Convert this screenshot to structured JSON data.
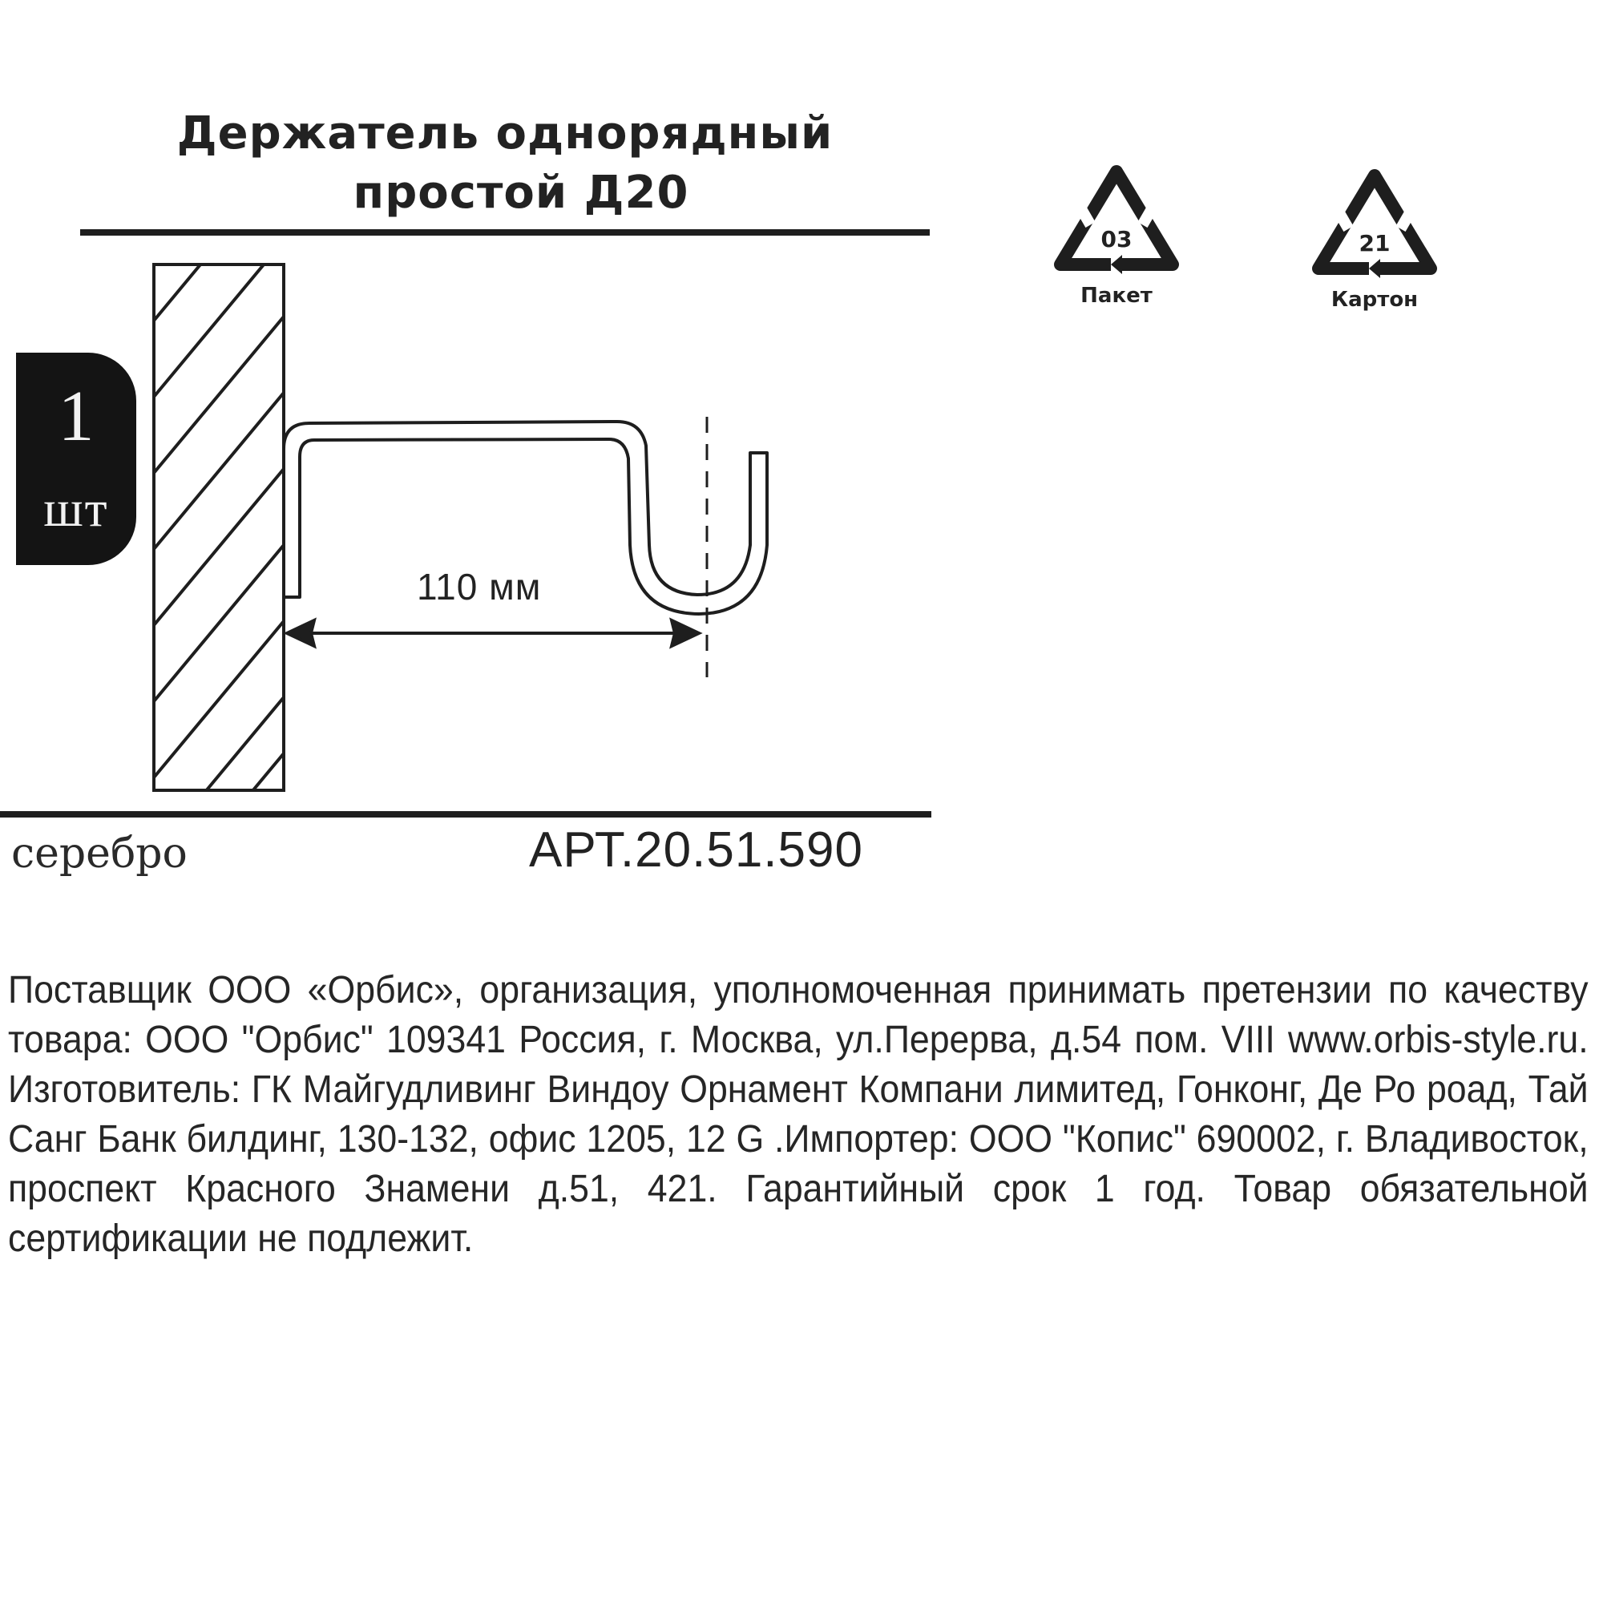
{
  "product": {
    "title_line1": "Держатель однорядный",
    "title_line2": "простой Д20",
    "quantity": "1",
    "quantity_unit": "шт",
    "dimension_label": "110 мм",
    "color": "серебро",
    "article": "АРТ.20.51.590"
  },
  "recycling": [
    {
      "code": "03",
      "caption": "Пакет"
    },
    {
      "code": "21",
      "caption": "Картон"
    }
  ],
  "legal": {
    "text": "Поставщик ООО «Орбис», организация, уполномоченная принимать претензии по качеству товара: ООО \"Орбис\" 109341 Россия, г. Москва, ул.Перерва, д.54 пом. VIII www.orbis-style.ru. Изготовитель: ГК Майгудливинг Виндоу Орнамент Компани лимитед, Гонконг, Де Ро роад, Тай Санг Банк билдинг, 130-132, офис 1205, 12 G .Импортер: ООО \"Копис\" 690002, г. Владивосток, проспект Красного Знамени д.51, 421. Гарантийный срок 1 год. Товар обязательной сертификации не подлежит."
  },
  "colors": {
    "ink": "#1e1e1e",
    "paper": "#ffffff"
  }
}
